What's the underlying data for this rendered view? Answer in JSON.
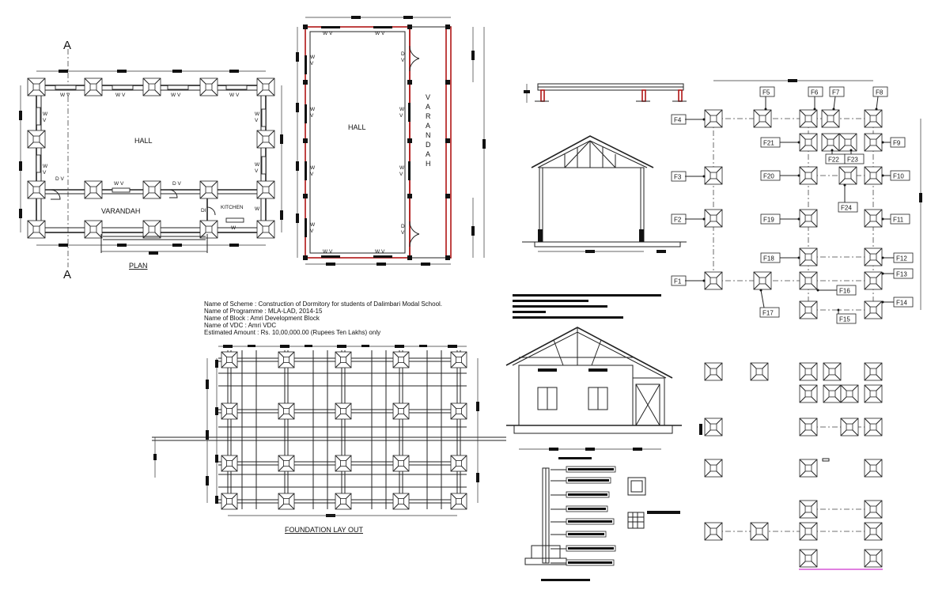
{
  "plan": {
    "section_marker": "A",
    "hall_label": "HALL",
    "varandah_label": "VARANDAH",
    "kitchen_label": "KITCHEN",
    "title": "PLAN",
    "wv": "W V",
    "w": "W",
    "v": "V",
    "d": "D",
    "dv": "D V",
    "di": "DI"
  },
  "hall_plan": {
    "hall_label": "HALL",
    "varandah_letters": [
      "V",
      "A",
      "R",
      "A",
      "N",
      "D",
      "A",
      "H"
    ]
  },
  "footing_tags": {
    "left": [
      "F4",
      "F3",
      "F2",
      "F1"
    ],
    "top": [
      "F5",
      "F6",
      "F7",
      "F8"
    ],
    "inner_left": [
      "F21",
      "F20",
      "F19",
      "F18"
    ],
    "inner_mid": [
      "F22",
      "F23",
      "F24",
      "F16",
      "F15",
      "F17"
    ],
    "right": [
      "F9",
      "F10",
      "F11",
      "F12",
      "F13",
      "F14"
    ]
  },
  "scheme_info": {
    "scheme": "Name of Scheme : Construction of Dormitory for students of Dalimbari Modal School.",
    "programme": "Name of Programme : MLA-LAD, 2014-15",
    "block": "Name of Block : Amri Development Block",
    "vdc": "Name of VDC : Amri VDC",
    "amount": "Estimated Amount : Rs. 10,00,000.00 (Rupees Ten Lakhs) only"
  },
  "foundation": {
    "title": "FOUNDATION LAY OUT"
  },
  "colors": {
    "line": "#222222",
    "wall_red": "#b01515",
    "fill_black": "#111111",
    "accent_magenta": "#c000c0"
  },
  "icons": [
    "footing-square-symbol",
    "dimension-tick",
    "door-swing-arc",
    "roof-truss"
  ]
}
